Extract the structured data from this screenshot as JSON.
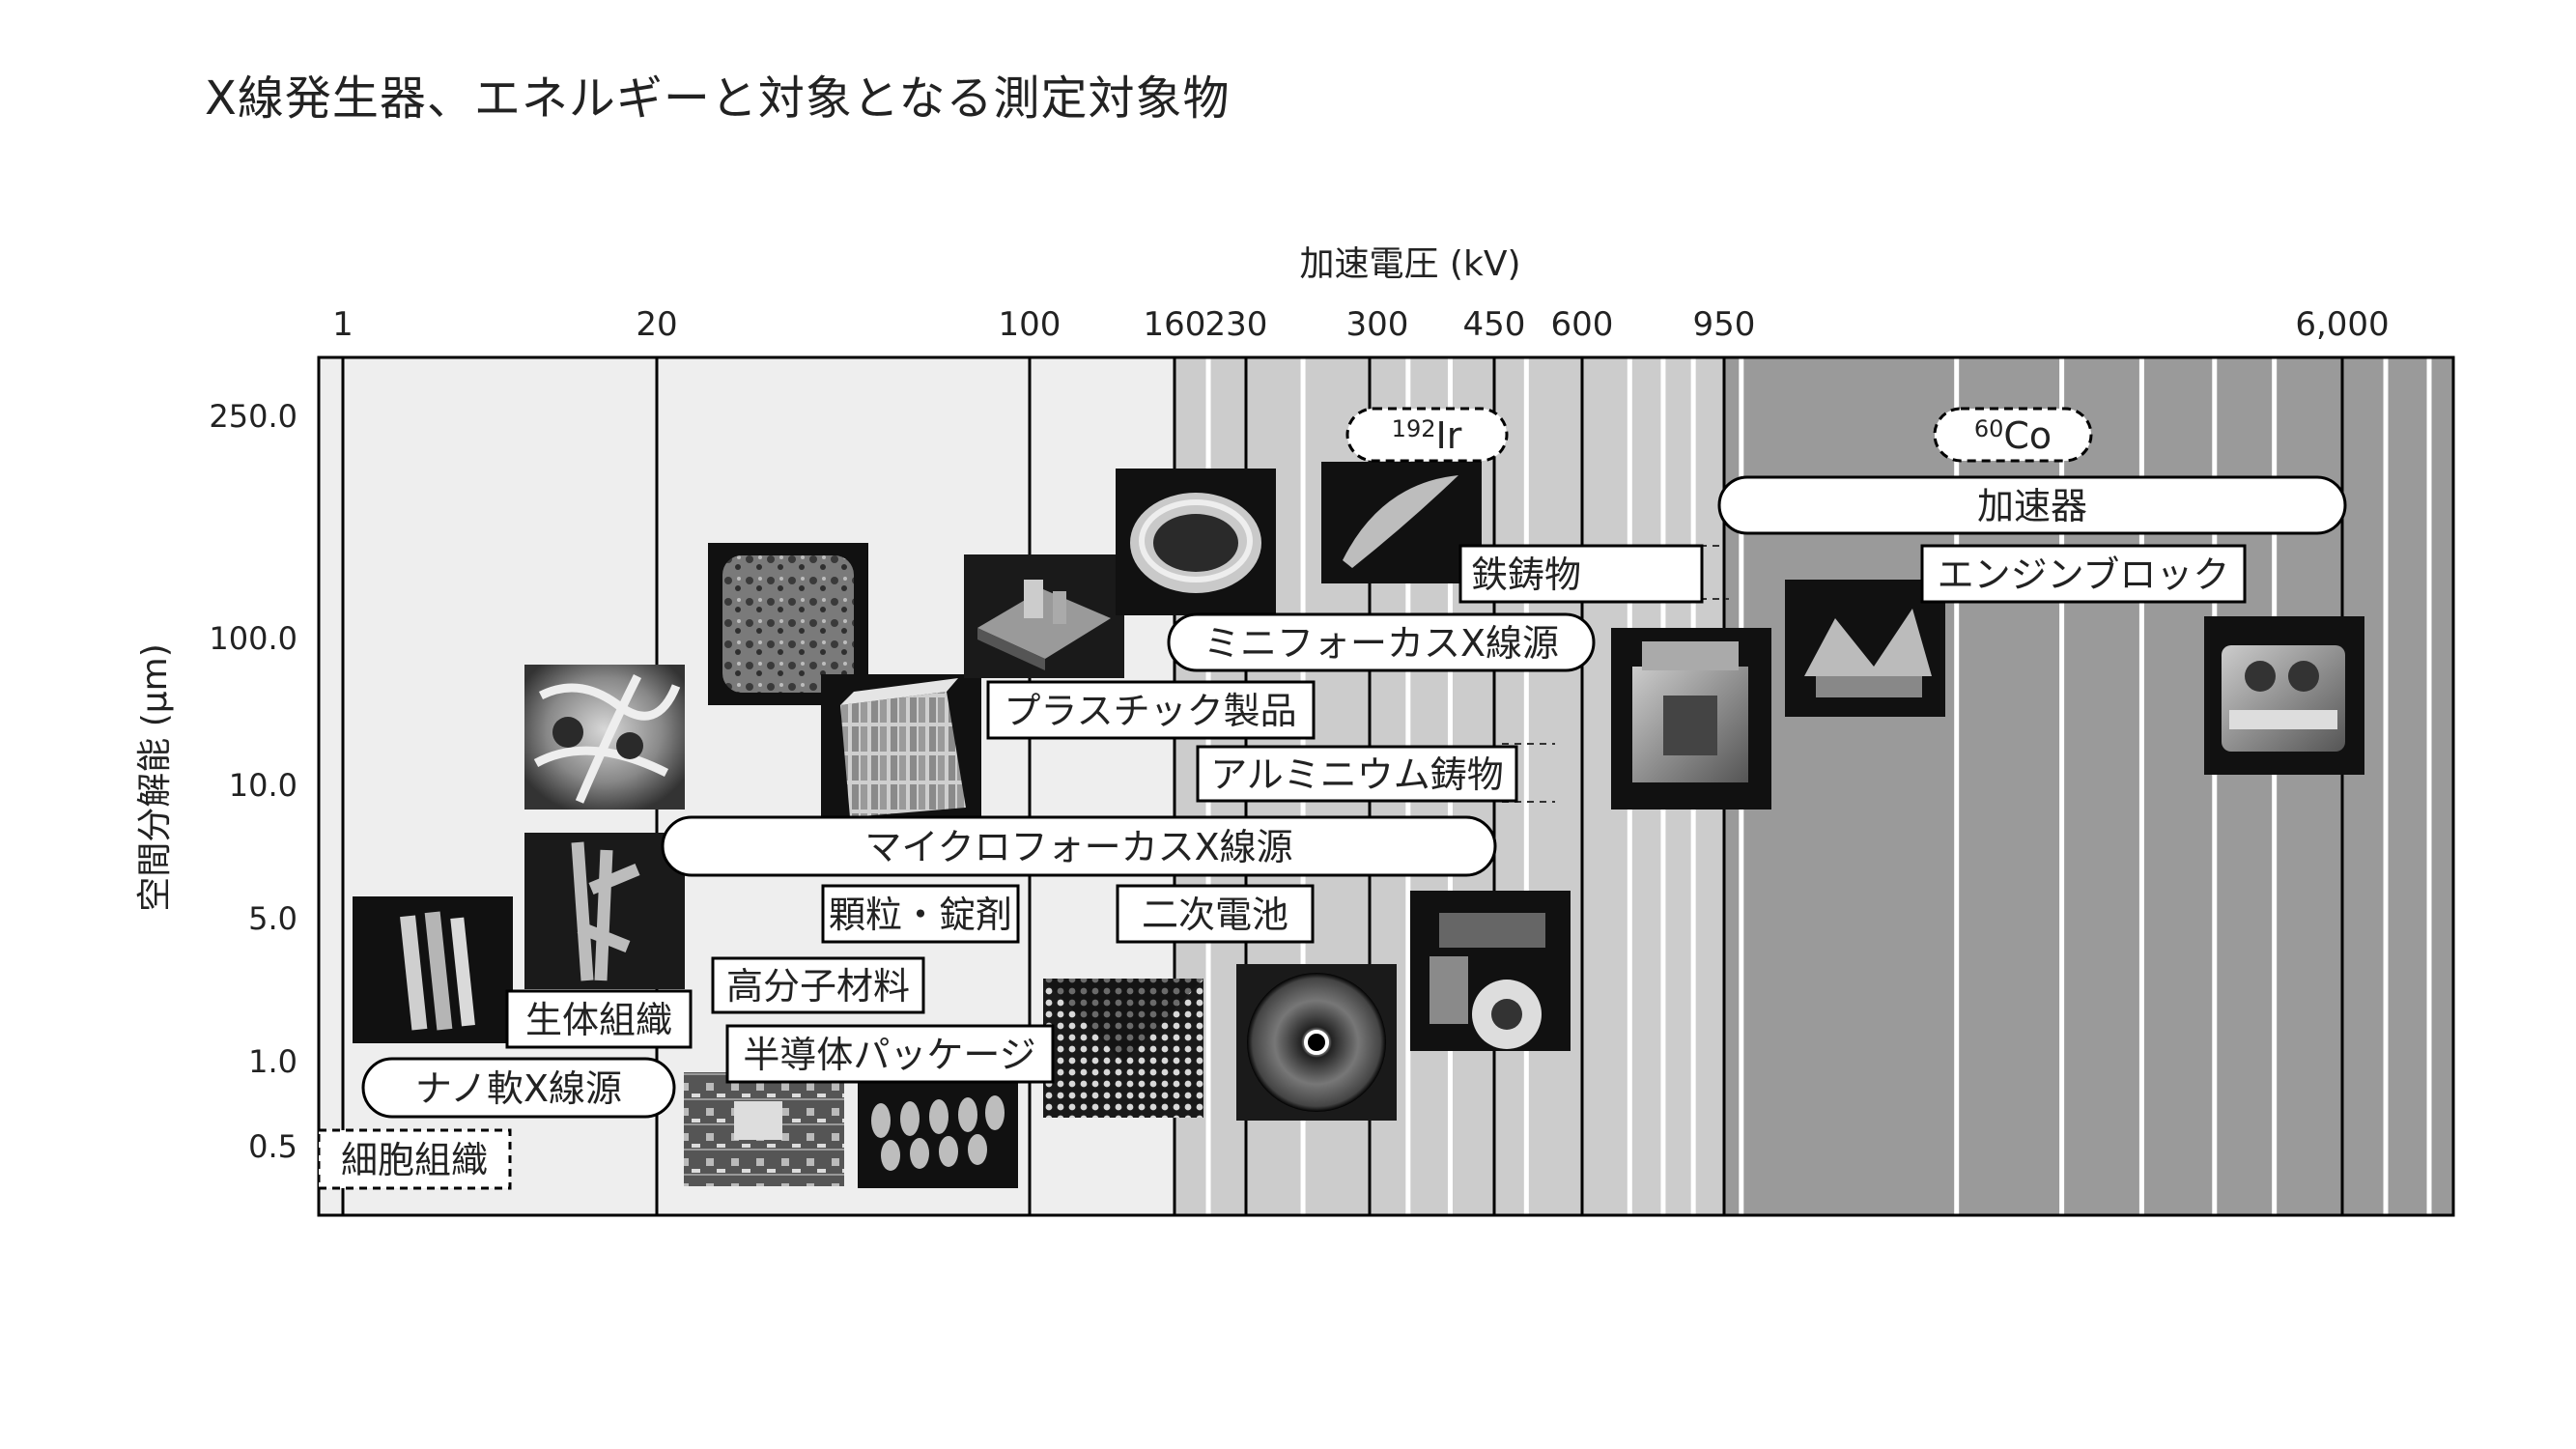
{
  "title": "X線発生器、エネルギーと対象となる測定対象物",
  "chart_data": {
    "type": "diagram",
    "title": "X線発生器、エネルギーと対象となる測定対象物",
    "xlabel": "加速電圧 (kV)",
    "ylabel": "空間分解能 (μm)",
    "x_ticks": [
      {
        "label": "1",
        "value": 1
      },
      {
        "label": "20",
        "value": 20
      },
      {
        "label": "100",
        "value": 100
      },
      {
        "label": "160",
        "value": 160
      },
      {
        "label": "230",
        "value": 230
      },
      {
        "label": "300",
        "value": 300
      },
      {
        "label": "450",
        "value": 450
      },
      {
        "label": "600",
        "value": 600
      },
      {
        "label": "950",
        "value": 950
      },
      {
        "label": "6,000",
        "value": 6000
      }
    ],
    "y_ticks": [
      {
        "label": "250.0",
        "value": 250
      },
      {
        "label": "100.0",
        "value": 100
      },
      {
        "label": "10.0",
        "value": 10
      },
      {
        "label": "5.0",
        "value": 5
      },
      {
        "label": "1.0",
        "value": 1
      },
      {
        "label": "0.5",
        "value": 0.5
      }
    ],
    "sources": [
      {
        "label": "ナノ軟X線源",
        "kv_min": 1,
        "kv_max": 20,
        "style": "rounded"
      },
      {
        "label": "マイクロフォーカスX線源",
        "kv_min": 20,
        "kv_max": 450,
        "style": "rounded"
      },
      {
        "label": "ミニフォーカスX線源",
        "kv_min": 160,
        "kv_max": 600,
        "style": "rounded"
      },
      {
        "label": "加速器",
        "kv_min": 950,
        "kv_max": 6000,
        "style": "rounded"
      },
      {
        "label": "Ir",
        "isotope_mass": "192",
        "kv": 300,
        "style": "dashed"
      },
      {
        "label": "Co",
        "isotope_mass": "60",
        "kv": 1250,
        "style": "dashed"
      }
    ],
    "objects": [
      {
        "label": "細胞組織",
        "style": "dashed-box"
      },
      {
        "label": "生体組織"
      },
      {
        "label": "高分子材料"
      },
      {
        "label": "半導体パッケージ"
      },
      {
        "label": "顆粒・錠剤"
      },
      {
        "label": "二次電池"
      },
      {
        "label": "プラスチック製品"
      },
      {
        "label": "アルミニウム鋳物"
      },
      {
        "label": "鉄鋳物"
      },
      {
        "label": "エンジンブロック"
      }
    ],
    "background_bands": [
      {
        "from_kv": 1,
        "to_kv": 160,
        "color": "#eeeeee"
      },
      {
        "from_kv": 160,
        "to_kv": 950,
        "color": "#cccccc"
      },
      {
        "from_kv": 950,
        "to_kv": 6000,
        "color": "#9a9a9a"
      }
    ]
  }
}
